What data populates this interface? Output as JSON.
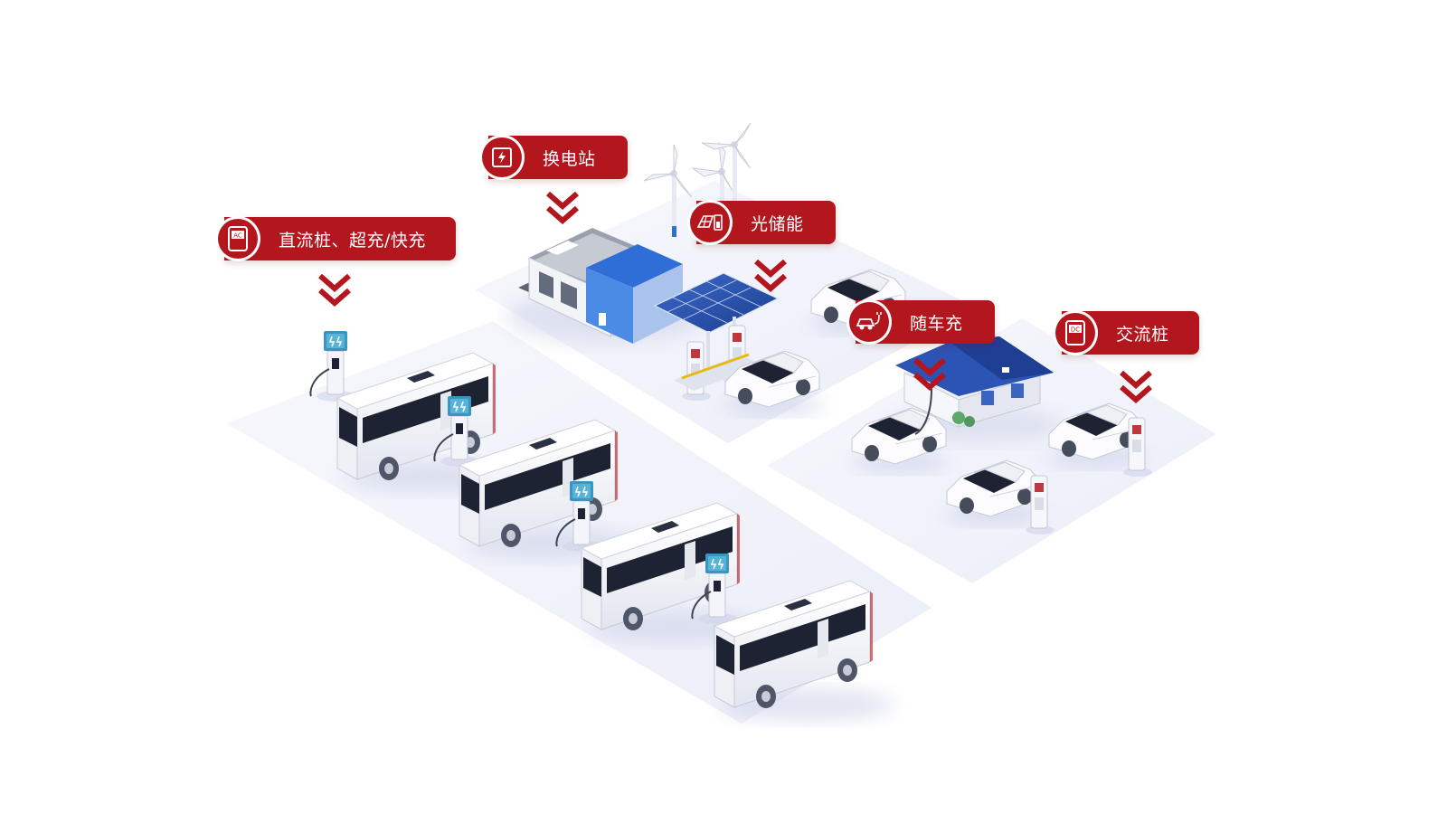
{
  "labels": {
    "dc": "直流桩、超充/快充",
    "swap": "换电站",
    "solar": "光储能",
    "mobile": "随车充",
    "ac": "交流桩"
  },
  "icons": {
    "dc": "charger-ac-icon",
    "swap": "battery-swap-icon",
    "solar": "solar-storage-icon",
    "mobile": "mobile-charging-icon",
    "ac": "charger-dc-icon"
  },
  "icon_text": {
    "dc": "AC",
    "ac": "DC"
  },
  "colors": {
    "brand_red": "#b4161e",
    "ground": "#f3f4fb",
    "bus_body": "#fbfbfd",
    "bus_window": "#1d2333",
    "station_blue": "#2f6ed6",
    "roof_blue": "#2c54b5",
    "charger_teal": "#3c95bf"
  }
}
